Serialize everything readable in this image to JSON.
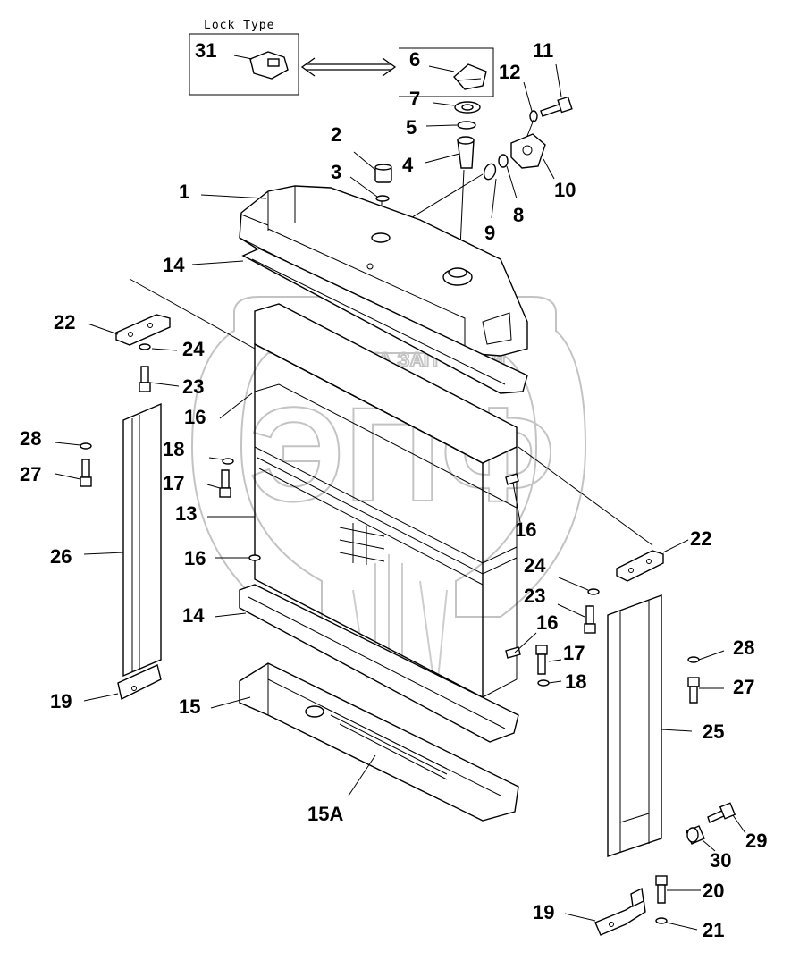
{
  "lock_type": {
    "title": "Lock Type"
  },
  "watermark": {
    "company": "ТЕХНИКА ЗАПЧАСТИ",
    "logo_letters": "ЭПФ"
  },
  "callouts": {
    "c1": "1",
    "c2": "2",
    "c3": "3",
    "c4": "4",
    "c5": "5",
    "c6": "6",
    "c7": "7",
    "c8": "8",
    "c9": "9",
    "c10": "10",
    "c11": "11",
    "c12": "12",
    "c13": "13",
    "c14a": "14",
    "c14b": "14",
    "c15": "15",
    "c15a": "15A",
    "c16a": "16",
    "c16b": "16",
    "c16c": "16",
    "c16d": "16",
    "c17a": "17",
    "c17b": "17",
    "c18a": "18",
    "c18b": "18",
    "c19a": "19",
    "c19b": "19",
    "c20": "20",
    "c21": "21",
    "c22a": "22",
    "c22b": "22",
    "c23a": "23",
    "c23b": "23",
    "c24a": "24",
    "c24b": "24",
    "c25": "25",
    "c26": "26",
    "c27a": "27",
    "c27b": "27",
    "c28a": "28",
    "c28b": "28",
    "c29": "29",
    "c30": "30",
    "c31": "31"
  }
}
